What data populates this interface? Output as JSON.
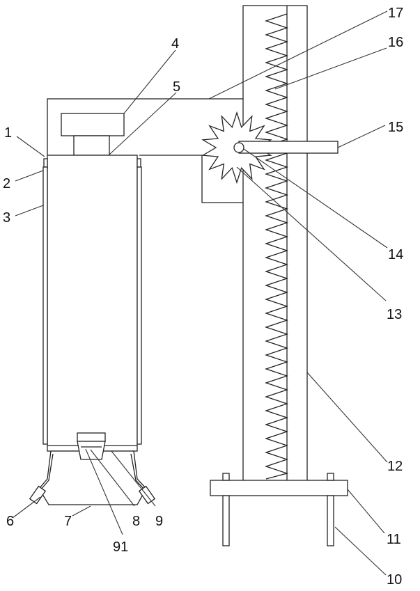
{
  "labels": {
    "l1": "1",
    "l2": "2",
    "l3": "3",
    "l4": "4",
    "l5": "5",
    "l6": "6",
    "l7": "7",
    "l8": "8",
    "l9": "9",
    "l91": "91",
    "l10": "10",
    "l11": "11",
    "l12": "12",
    "l13": "13",
    "l14": "14",
    "l15": "15",
    "l16": "16",
    "l17": "17"
  }
}
